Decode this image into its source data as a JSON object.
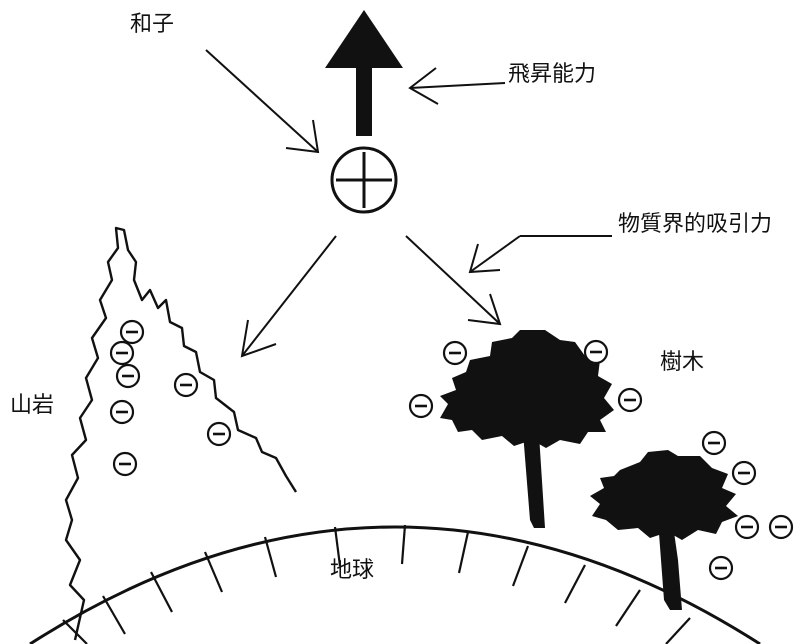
{
  "labels": {
    "wako": "和子",
    "lift": "飛昇能力",
    "material": "物質界的吸引力",
    "rock": "山岩",
    "tree": "樹木",
    "earth": "地球"
  },
  "symbols": {
    "positive": "+",
    "negative": "−"
  },
  "icons": {
    "positive_charge": "plus-circle-icon",
    "negative_charge": "minus-circle-icon",
    "up_arrow": "thick-up-arrow-icon"
  },
  "colors": {
    "ink": "#111111",
    "background": "#ffffff"
  }
}
